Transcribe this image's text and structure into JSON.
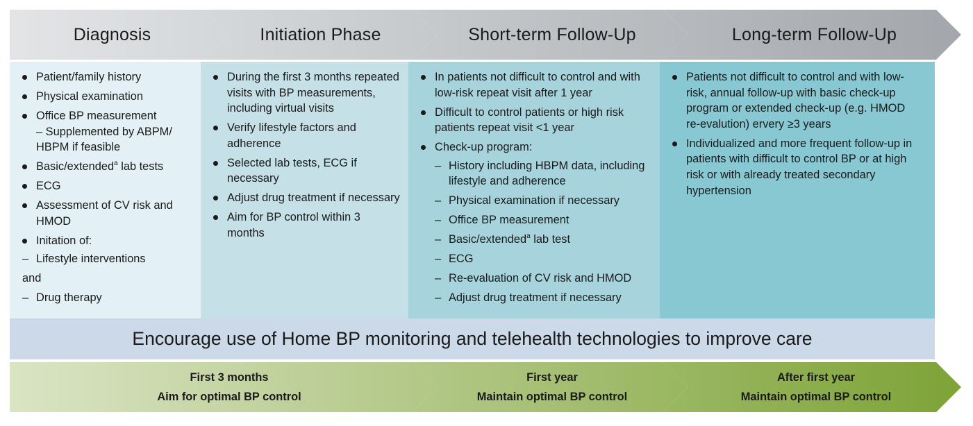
{
  "colors": {
    "header_arrow_light": "#e3e5e7",
    "header_arrow_dark": "#a2a6aa",
    "col_diagnosis": "#e3f0f5",
    "col_initiation": "#c6e0e8",
    "col_short_term": "#a7d3dc",
    "col_long_term": "#88c8d2",
    "banner": "#ccd9e8",
    "timeline_light": "#dbe5c6",
    "timeline_dark": "#7da235"
  },
  "phases": [
    {
      "label": "Diagnosis"
    },
    {
      "label": "Initiation Phase"
    },
    {
      "label": "Short-term Follow-Up"
    },
    {
      "label": "Long-term Follow-Up"
    }
  ],
  "diagnosis": {
    "items": [
      "Patient/family history",
      "Physical examination",
      "Office BP measurement",
      "– Supplemented by ABPM/ HBPM if feasible",
      "Basic/extended",
      "lab tests",
      "ECG",
      "Assessment of CV risk and HMOD",
      "Initation of:",
      "Lifestyle interventions",
      "and",
      "Drug therapy"
    ],
    "superscript": "a"
  },
  "initiation": {
    "items": [
      "During the first 3 months repeated visits with BP measurements, including virtual visits",
      "Verify lifestyle factors and adherence",
      "Selected lab tests, ECG if necessary",
      "Adjust drug treatment if necessary",
      "Aim for BP control within 3 months"
    ]
  },
  "short_term": {
    "items": [
      "In patients not difficult to control and with low-risk repeat visit after 1 year",
      "Difficult to control patients or high risk patients repeat visit <1 year",
      "Check-up program:"
    ],
    "sub_items": [
      "History including HBPM data, including lifestyle and adherence",
      "Physical examination if necessary",
      "Office BP measurement",
      "Basic/extended",
      "lab test",
      "ECG",
      "Re-evaluation of CV risk and HMOD",
      "Adjust drug treatment if necessary"
    ],
    "superscript": "a"
  },
  "long_term": {
    "items": [
      "Patients not difficult to control and with low-risk, annual follow-up with basic check-up program or extended check-up (e.g. HMOD re-evalution) ervery ≥3 years",
      "Individualized and more frequent follow-up in patients with difficult to control BP or at high risk or with already treated secondary hypertension"
    ]
  },
  "banner": {
    "text": "Encourage use of Home BP monitoring and telehealth technologies to improve care"
  },
  "timeline": [
    {
      "period": "First 3 months",
      "goal": "Aim for optimal BP control"
    },
    {
      "period": "First year",
      "goal": "Maintain optimal BP control"
    },
    {
      "period": "After first year",
      "goal": "Maintain optimal BP control"
    }
  ]
}
